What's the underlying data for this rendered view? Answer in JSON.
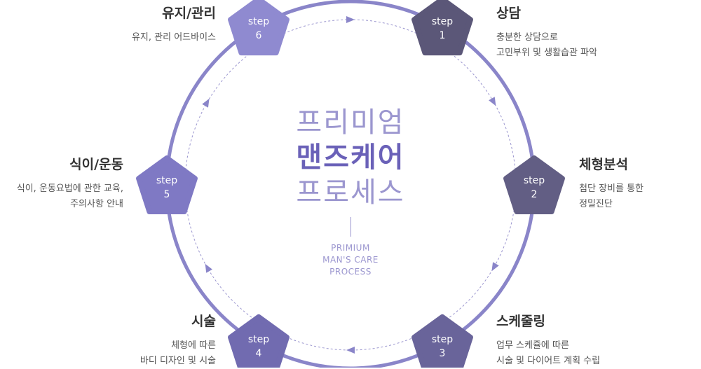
{
  "center": {
    "line1": "프리미엄",
    "line2": "맨즈케어",
    "line3": "프로세스",
    "en": [
      "PRIMIUM",
      "MAN'S CARE",
      "PROCESS"
    ]
  },
  "steps": [
    {
      "word": "step",
      "num": "1",
      "title": "상담",
      "desc": [
        "충분한 상담으로",
        "고민부위 및 생활습관 파악"
      ],
      "color": "#5b5778"
    },
    {
      "word": "step",
      "num": "2",
      "title": "체형분석",
      "desc": [
        "첨단 장비를 통한",
        "정밀진단"
      ],
      "color": "#625e84"
    },
    {
      "word": "step",
      "num": "3",
      "title": "스케줄링",
      "desc": [
        "업무 스케쥴에 따른",
        "시술 및 다이어트 계획 수립"
      ],
      "color": "#69649a"
    },
    {
      "word": "step",
      "num": "4",
      "title": "시술",
      "desc": [
        "체형에 따른",
        "바디 디자인 및 시술"
      ],
      "color": "#716bb0"
    },
    {
      "word": "step",
      "num": "5",
      "title": "식이/운동",
      "desc": [
        "식이, 운동요법에 관한 교육,",
        "주의사항 안내"
      ],
      "color": "#7f79c4"
    },
    {
      "word": "step",
      "num": "6",
      "title": "유지/관리",
      "desc": [
        "유지, 관리 어드바이스"
      ],
      "color": "#8f8ad0"
    }
  ],
  "colors": {
    "ring": "#8a85c9",
    "dashed": "#9b96cf",
    "arrow": "#8a85c9"
  }
}
